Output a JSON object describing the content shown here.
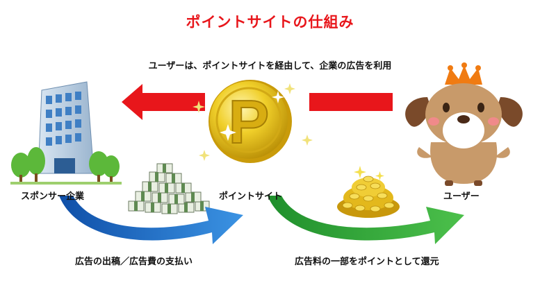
{
  "title": "ポイントサイトの仕組み",
  "subtitle": "ユーザーは、ポイントサイトを経由して、企業の広告を利用",
  "nodes": {
    "sponsor": "スポンサー企業",
    "point_site": "ポイントサイト",
    "user": "ユーザー"
  },
  "flows": {
    "payment": "広告の出稿／広告費の支払い",
    "reward": "広告料の一部をポイントとして還元"
  },
  "coin_letter": "P",
  "colors": {
    "title": "#e8161b",
    "red_arrow": "#e8161b",
    "blue_arrow": "#1e6fc8",
    "green_arrow": "#2da43a",
    "coin": "#e9c21a"
  }
}
